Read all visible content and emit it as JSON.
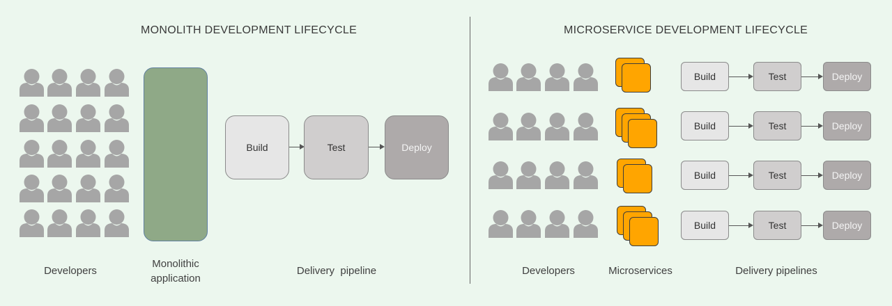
{
  "left": {
    "title": "MONOLITH DEVELOPMENT LIFECYCLE",
    "developers_label": "Developers",
    "app_label_line1": "Monolithic",
    "app_label_line2": "application",
    "pipeline_label": "Delivery  pipeline",
    "stages": [
      "Build",
      "Test",
      "Deploy"
    ]
  },
  "right": {
    "title": "MICROSERVICE DEVELOPMENT LIFECYCLE",
    "developers_label": "Developers",
    "microservices_label": "Microservices",
    "pipelines_label": "Delivery pipelines",
    "stages": [
      "Build",
      "Test",
      "Deploy"
    ],
    "rows": [
      {
        "service_count": 2
      },
      {
        "service_count": 3
      },
      {
        "service_count": 2
      },
      {
        "service_count": 3
      }
    ]
  },
  "icons": {
    "developer": "person-icon",
    "service": "microservice-icon"
  },
  "colors": {
    "background": "#ecf7ee",
    "monolith": "#8fa987",
    "microservice": "#ffa500",
    "build": "#e6e6e6",
    "test": "#d0cece",
    "deploy": "#aeaaaa",
    "person": "#a6a6a6"
  }
}
